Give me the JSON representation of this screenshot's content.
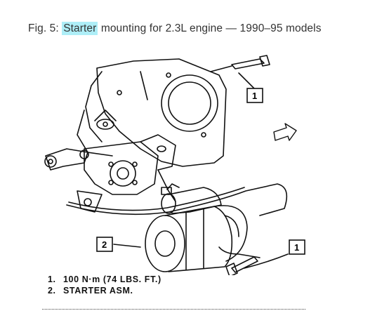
{
  "caption": {
    "prefix": "Fig. 5: ",
    "highlight": "Starter",
    "suffix": " mounting for 2.3L engine — 1990–95 models",
    "highlight_color": "#aeeef7"
  },
  "callouts": {
    "bolt_top": "1",
    "starter": "2",
    "bolt_bottom": "1"
  },
  "legend": [
    {
      "num": "1.",
      "text": "100 N·m (74 LBS. FT.)"
    },
    {
      "num": "2.",
      "text": "STARTER ASM."
    }
  ]
}
